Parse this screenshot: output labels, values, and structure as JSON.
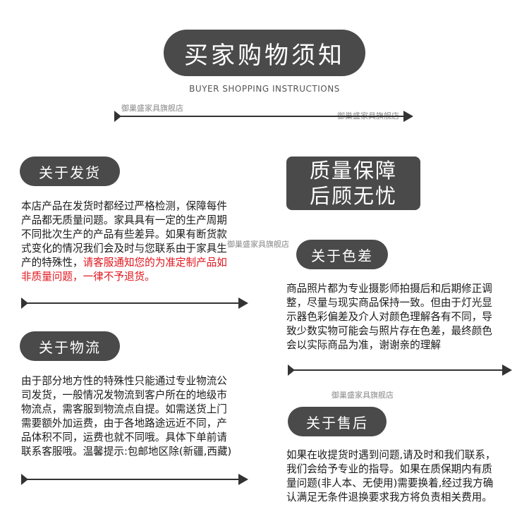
{
  "title": "买家购物须知",
  "subtitle": "BUYER SHOPPING INSTRUCTIONS",
  "watermark": "御巢盛家具旗舰店",
  "box": {
    "line1": "质量保障",
    "line2": "后顾无忧"
  },
  "shipping": {
    "heading": "关于发货",
    "lines": [
      "本店产品在发货时都经过严格检测，保障每件",
      "产品都无质量问题。家具具有一定的生产周期",
      "不同批次生产的产品有些差异。如果有断货款",
      "式变化的情况我们会及时与您联系由于家具生"
    ],
    "line5_normal": "产的特殊性，",
    "line5_red": "请客服通知您的为准定制产品如",
    "line6_red": "非质量问题，一律不予退货。"
  },
  "logistics": {
    "heading": "关于物流",
    "lines": [
      "由于部分地方性的特殊性只能通过专业物流公",
      "司发货，一般情况发物流到客户所在的地级市",
      "物流点，需客服到物流点自提。如需送货上门",
      "需要额外加运费，由于各地路途远近不同，产",
      "品体积不同，运费也就不同哦。具体下单前请",
      "联系客服哦。温馨提示:包邮地区除(新疆,西藏)"
    ]
  },
  "color": {
    "heading": "关于色差",
    "lines": [
      "商品照片都为专业摄影师拍摄后和后期修正调",
      "整，尽量与现实商品保持一致。但由于灯光显",
      "示器色彩偏差及介人对颜色理解各有不同，导",
      "致少数实物可能会与照片存在色差，最终颜色",
      "会以实际商品为准，谢谢亲的理解"
    ]
  },
  "aftersale": {
    "heading": "关于售后",
    "lines": [
      "如果在收提货时遇到问题,请及时和我们联系，",
      "我们会给予专业的指导。如果在质保期内有质",
      "量问题(非人本、无使用)需要换着,经过我方确",
      "认满足无条件退换要求我方将负责相关费用。"
    ]
  }
}
